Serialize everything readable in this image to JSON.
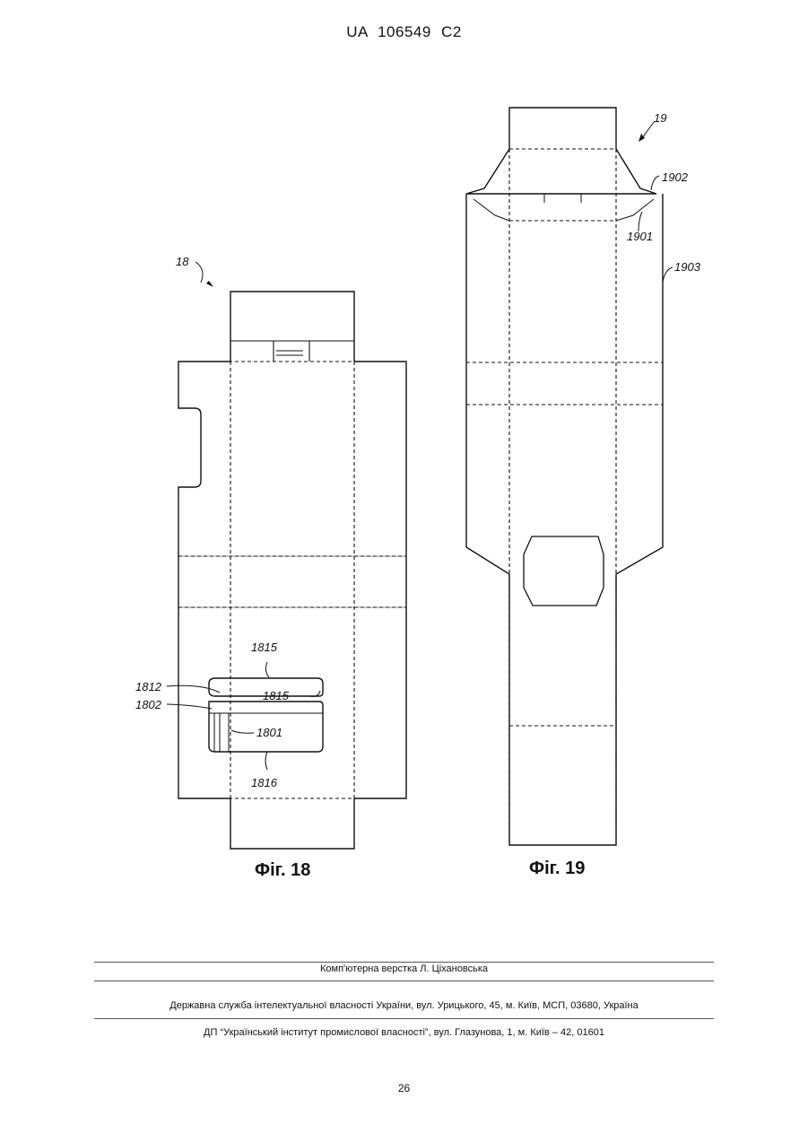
{
  "header": {
    "patent_number": "UA   106549   C2"
  },
  "figures": [
    {
      "caption": "Фіг. 18",
      "ref": "18",
      "labels": {
        "l1815_top": "1815",
        "l1815_inner": "1815",
        "l1812": "1812",
        "l1802": "1802",
        "l1801": "1801",
        "l1816": "1816"
      }
    },
    {
      "caption": "Фіг. 19",
      "ref": "19",
      "labels": {
        "l1902": "1902",
        "l1901": "1901",
        "l1903": "1903"
      }
    }
  ],
  "footer": {
    "layout_credit": "Комп'ютерна верстка Л. Ціхановська",
    "agency": "Державна служба інтелектуальної власності України, вул. Урицького, 45, м. Київ, МСП, 03680, Україна",
    "institute": "ДП “Український інститут промислової власності”, вул. Глазунова, 1, м. Київ – 42, 01601"
  },
  "page_number": "26"
}
